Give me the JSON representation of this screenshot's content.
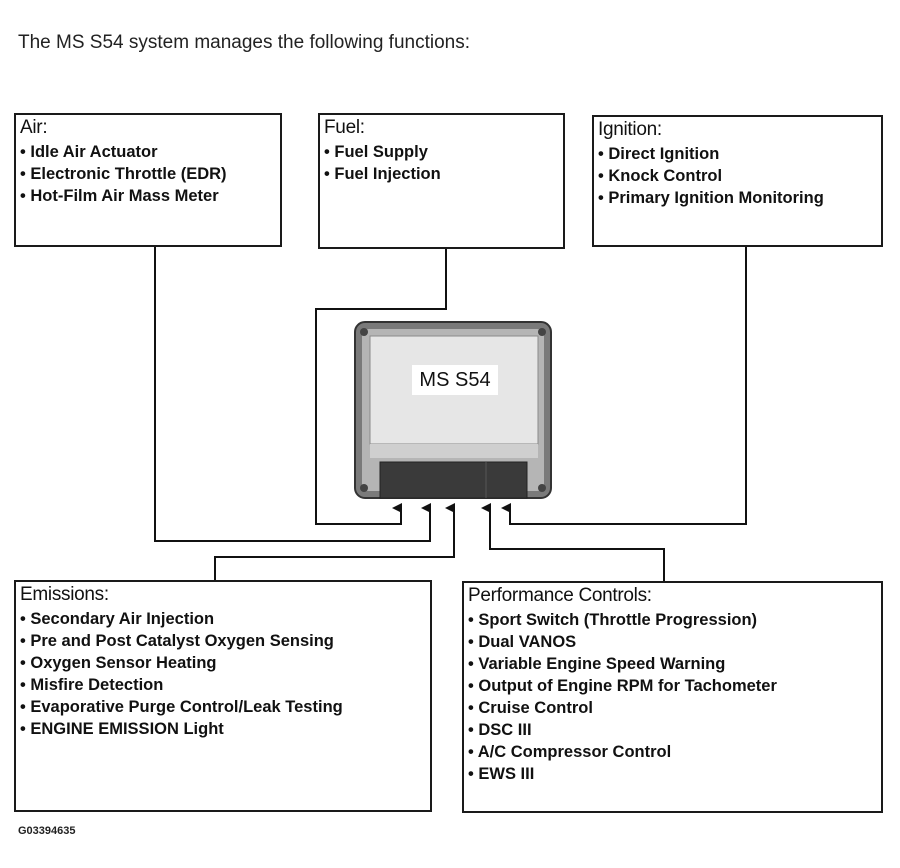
{
  "intro": "The MS S54 system manages the following functions:",
  "ecu_label": "MS S54",
  "figure_code": "G03394635",
  "boxes": {
    "air": {
      "title": "Air:",
      "items": [
        "Idle Air Actuator",
        "Electronic Throttle (EDR)",
        "Hot-Film Air Mass Meter"
      ]
    },
    "fuel": {
      "title": "Fuel:",
      "items": [
        "Fuel Supply",
        "Fuel Injection"
      ]
    },
    "ignition": {
      "title": "Ignition:",
      "items": [
        "Direct Ignition",
        "Knock Control",
        "Primary Ignition Monitoring"
      ]
    },
    "emissions": {
      "title": "Emissions:",
      "items": [
        "Secondary Air Injection",
        "Pre and Post Catalyst Oxygen Sensing",
        "Oxygen Sensor Heating",
        "Misfire Detection",
        "Evaporative Purge Control/Leak Testing",
        "ENGINE EMISSION Light"
      ]
    },
    "performance": {
      "title": "Performance Controls:",
      "items": [
        "Sport Switch (Throttle Progression)",
        "Dual VANOS",
        "Variable Engine Speed Warning",
        "Output of Engine RPM for Tachometer",
        "Cruise Control",
        "DSC III",
        "A/C Compressor Control",
        "EWS III"
      ]
    }
  }
}
